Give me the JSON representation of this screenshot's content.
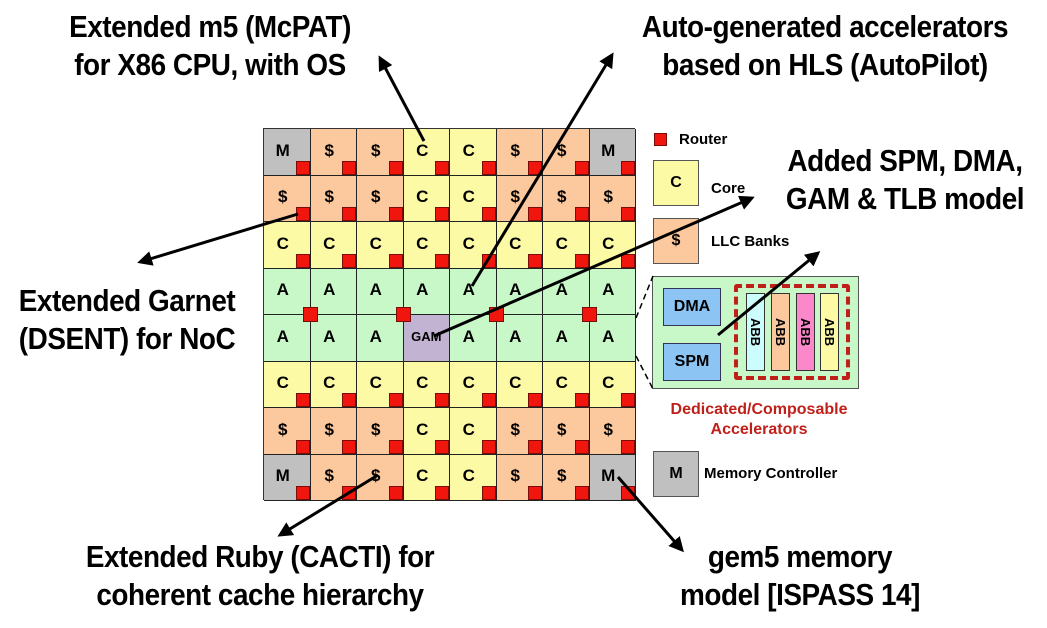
{
  "callouts": {
    "m5": [
      "Extended m5 (McPAT)",
      "for X86 CPU, with OS"
    ],
    "hls": [
      "Auto-generated accelerators",
      "based on HLS (AutoPilot)"
    ],
    "spm": [
      "Added SPM, DMA,",
      "GAM & TLB model"
    ],
    "garnet": [
      "Extended Garnet",
      "(DSENT) for NoC"
    ],
    "ruby": [
      "Extended Ruby (CACTI) for",
      "coherent cache hierarchy"
    ],
    "gem5mem": [
      "gem5 memory",
      "model [ISPASS 14]"
    ]
  },
  "grid": {
    "rows": [
      [
        "M",
        "$",
        "$",
        "C",
        "C",
        "$",
        "$",
        "M"
      ],
      [
        "$",
        "$",
        "$",
        "C",
        "C",
        "$",
        "$",
        "$"
      ],
      [
        "C",
        "C",
        "C",
        "C",
        "C",
        "C",
        "C",
        "C"
      ],
      [
        "A",
        "A",
        "A",
        "A",
        "A",
        "A",
        "A",
        "A"
      ],
      [
        "A",
        "A",
        "A",
        "GAM",
        "A",
        "A",
        "A",
        "A"
      ],
      [
        "C",
        "C",
        "C",
        "C",
        "C",
        "C",
        "C",
        "C"
      ],
      [
        "$",
        "$",
        "$",
        "C",
        "C",
        "$",
        "$",
        "$"
      ],
      [
        "M",
        "$",
        "$",
        "C",
        "C",
        "$",
        "$",
        "M"
      ]
    ]
  },
  "legend": {
    "router": "Router",
    "core_symbol": "C",
    "core": "Core",
    "llc_symbol": "$",
    "llc": "LLC Banks",
    "mem_symbol": "M",
    "mem": "Memory Controller"
  },
  "accelerator": {
    "dma": "DMA",
    "spm": "SPM",
    "abbs": [
      "ABB",
      "ABB",
      "ABB",
      "ABB"
    ],
    "abb_colors": [
      "#ccfcfc",
      "#fcc89e",
      "#fc88cc",
      "#fdfaa6"
    ],
    "caption": [
      "Dedicated/Composable",
      "Accelerators"
    ]
  },
  "colors": {
    "memory": "#c0c0c0",
    "llc": "#fcc89e",
    "core": "#fdfaa6",
    "accel": "#c8f8c8",
    "gam": "#c3b3d3",
    "router": "#f0160e",
    "dashed": "#c0201a",
    "blue_block": "#8cc4f4"
  }
}
